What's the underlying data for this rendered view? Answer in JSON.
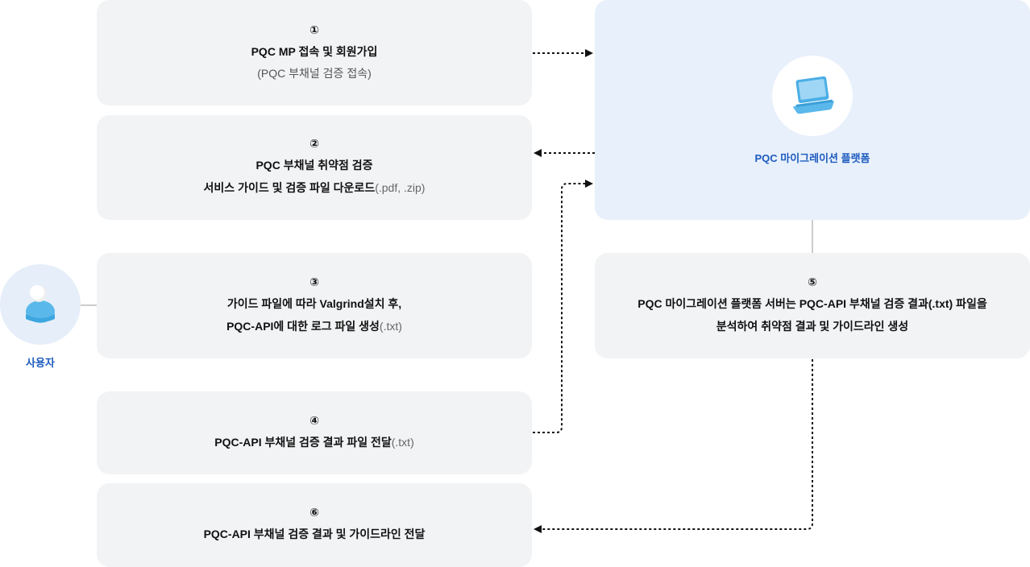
{
  "steps": {
    "s1": {
      "num": "①",
      "line1": "PQC MP 접속 및 회원가입",
      "line2": "(PQC 부채널 검증 접속)"
    },
    "s2": {
      "num": "②",
      "line1": "PQC  부채널 취약점 검증",
      "line2": "서비스 가이드 및 검증 파일  다운로드",
      "line2_suffix": "(.pdf, .zip)"
    },
    "s3": {
      "num": "③",
      "line1": "가이드 파일에 따라 Valgrind설치 후,",
      "line2": "PQC-API에 대한 로그 파일 생성",
      "line2_suffix": "(.txt)"
    },
    "s4": {
      "num": "④",
      "line1": "PQC-API 부채널 검증 결과 파일 전달",
      "line1_suffix": "(.txt)"
    },
    "s5": {
      "num": "⑤",
      "line1": "PQC 마이그레이션 플랫폼 서버는 PQC-API 부채널 검증 결과(.txt) 파일을",
      "line2": "분석하여 취약점 결과 및 가이드라인 생성"
    },
    "s6": {
      "num": "⑥",
      "line1": "PQC-API 부채널 검증 결과 및 가이드라인 전달"
    }
  },
  "platform": {
    "label": "PQC 마이그레이션 플랫폼",
    "icon": "laptop-icon"
  },
  "user": {
    "label": "사용자",
    "icon": "user-icon"
  },
  "colors": {
    "box": "#f2f3f5",
    "platform_bg": "#e8f0fb",
    "accent": "#1d5bbf",
    "icon_blue": "#5ab8ea"
  }
}
